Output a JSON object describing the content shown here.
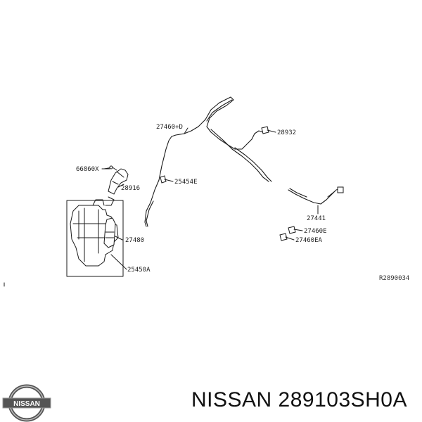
{
  "diagram": {
    "callouts": {
      "c27460d": "27460+D",
      "c28932": "28932",
      "c66860x": "66860X",
      "c25454e": "25454E",
      "c28916": "28916",
      "c27441": "27441",
      "c27460e": "27460E",
      "c27460ea": "27460EA",
      "c27480": "27480",
      "c25450a": "25450A"
    },
    "reference_code": "R2890034"
  },
  "footer": {
    "brand_logo_text": "NISSAN",
    "part_caption": "NISSAN 289103SH0A"
  }
}
